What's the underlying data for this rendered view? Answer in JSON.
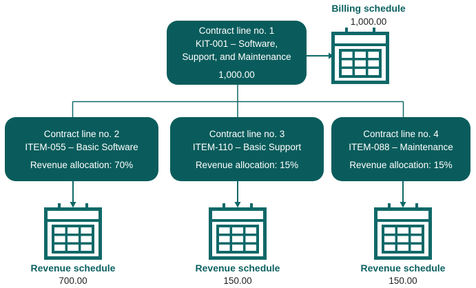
{
  "colors": {
    "node_fill": "#0a5c5c",
    "line": "#0f6868",
    "label_text": "#0d6161",
    "number_text": "#1f1f1f"
  },
  "root_box": {
    "line1": "Contract line no. 1",
    "line2": "KIT-001 – Software,",
    "line3": "Support, and Maintenance",
    "amount": "1,000.00"
  },
  "billing": {
    "label": "Billing schedule",
    "amount": "1,000.00"
  },
  "children": [
    {
      "line1": "Contract line no. 2",
      "line2": "ITEM-055 – Basic Software",
      "allocation": "Revenue allocation: 70%",
      "schedule_label": "Revenue schedule",
      "schedule_amount": "700.00"
    },
    {
      "line1": "Contract line no. 3",
      "line2": "ITEM-110 – Basic Support",
      "allocation": "Revenue allocation: 15%",
      "schedule_label": "Revenue schedule",
      "schedule_amount": "150.00"
    },
    {
      "line1": "Contract line no. 4",
      "line2": "ITEM-088 – Maintenance",
      "allocation": "Revenue allocation: 15%",
      "schedule_label": "Revenue schedule",
      "schedule_amount": "150.00"
    }
  ]
}
